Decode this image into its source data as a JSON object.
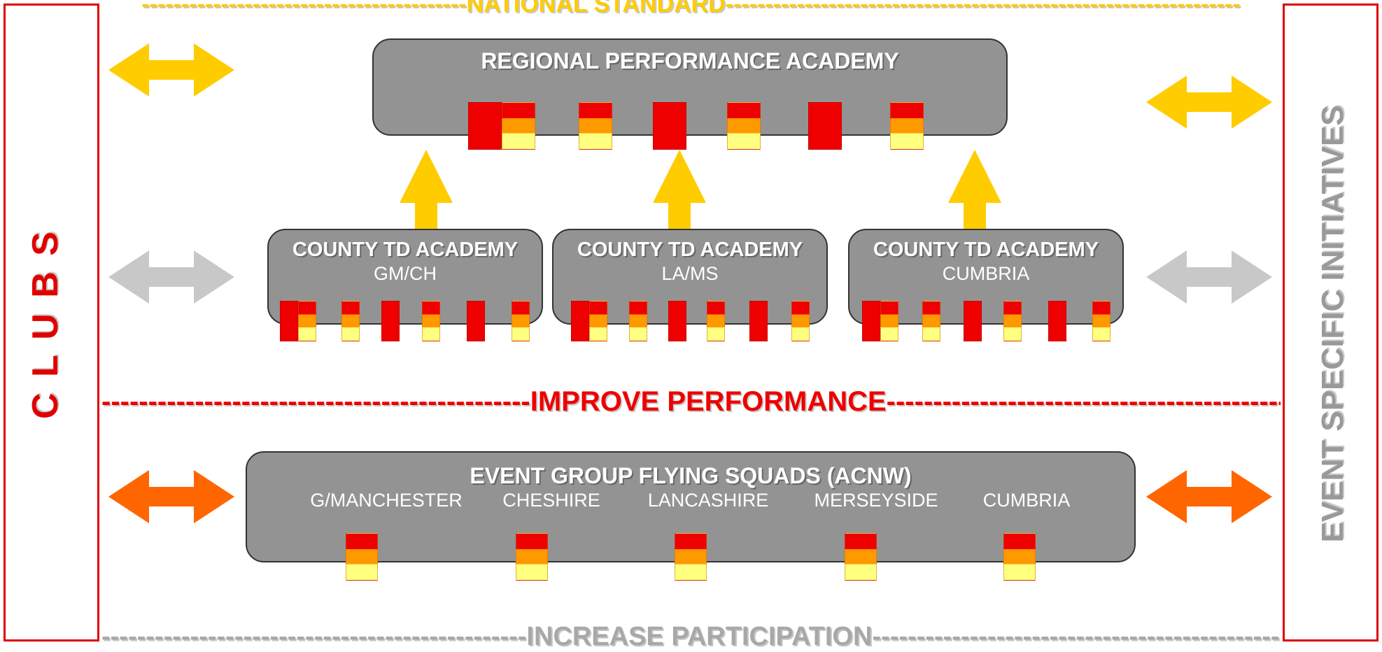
{
  "bands": {
    "national": "-----------------------------------------NATIONAL STANDARD-----------------------------------------------------------------",
    "improve": "----------------------------------------------IMPROVE PERFORMANCE------------------------------------------------",
    "participation": "------------------------------------------------INCREASE PARTICIPATION--------------------------------------------------------"
  },
  "sidebars": {
    "left": "C L U B S",
    "right": "EVENT SPECIFIC INITIATIVES"
  },
  "regional": {
    "title": "REGIONAL PERFORMANCE ACADEMY"
  },
  "counties": [
    {
      "title": "COUNTY TD ACADEMY",
      "subtitle": "GM/CH"
    },
    {
      "title": "COUNTY TD ACADEMY",
      "subtitle": "LA/MS"
    },
    {
      "title": "COUNTY TD ACADEMY",
      "subtitle": "CUMBRIA"
    }
  ],
  "squads": {
    "title": "EVENT GROUP FLYING SQUADS (ACNW)",
    "areas": [
      "G/MANCHESTER",
      "CHESHIRE",
      "LANCASHIRE",
      "MERSEYSIDE",
      "CUMBRIA"
    ]
  },
  "colors": {
    "gold": "#ffcc00",
    "red": "#ee0000",
    "grey_arrow": "#c8c8c8",
    "orange": "#ff6600",
    "box": "#939393",
    "participation": "#a8a8a8"
  }
}
